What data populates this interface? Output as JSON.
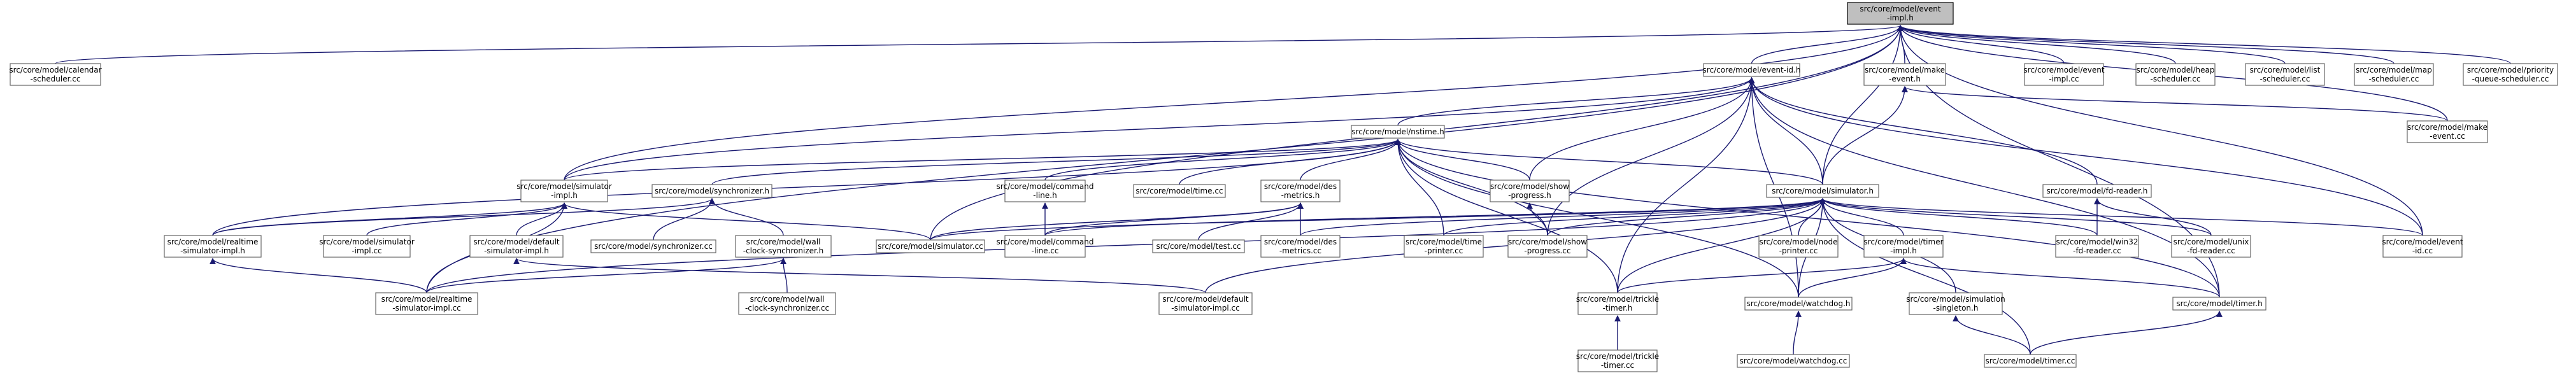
{
  "title": "src/core/model/event-impl.h include dependency graph",
  "edge_color": "#191970",
  "root_fill": "#bfbfbf",
  "nodes": [
    {
      "id": "root",
      "label": [
        "src/core/model/event",
        "-impl.h"
      ],
      "root": true
    },
    {
      "id": "calendar",
      "label": [
        "src/core/model/calendar",
        "-scheduler.cc"
      ]
    },
    {
      "id": "eventid_h",
      "label": [
        "src/core/model/event-id.h"
      ]
    },
    {
      "id": "make_event_h",
      "label": [
        "src/core/model/make",
        "-event.h"
      ]
    },
    {
      "id": "event_impl_cc",
      "label": [
        "src/core/model/event",
        "-impl.cc"
      ]
    },
    {
      "id": "heap",
      "label": [
        "src/core/model/heap",
        "-scheduler.cc"
      ]
    },
    {
      "id": "list",
      "label": [
        "src/core/model/list",
        "-scheduler.cc"
      ]
    },
    {
      "id": "map",
      "label": [
        "src/core/model/map",
        "-scheduler.cc"
      ]
    },
    {
      "id": "priority",
      "label": [
        "src/core/model/priority",
        "-queue-scheduler.cc"
      ]
    },
    {
      "id": "nstime",
      "label": [
        "src/core/model/nstime.h"
      ]
    },
    {
      "id": "make_event_cc",
      "label": [
        "src/core/model/make",
        "-event.cc"
      ]
    },
    {
      "id": "sim_impl_h",
      "label": [
        "src/core/model/simulator",
        "-impl.h"
      ]
    },
    {
      "id": "synchronizer_h",
      "label": [
        "src/core/model/synchronizer.h"
      ]
    },
    {
      "id": "cmdline_h",
      "label": [
        "src/core/model/command",
        "-line.h"
      ]
    },
    {
      "id": "time_cc",
      "label": [
        "src/core/model/time.cc"
      ]
    },
    {
      "id": "des_metrics_h",
      "label": [
        "src/core/model/des",
        "-metrics.h"
      ]
    },
    {
      "id": "show_progress_h",
      "label": [
        "src/core/model/show",
        "-progress.h"
      ]
    },
    {
      "id": "simulator_h",
      "label": [
        "src/core/model/simulator.h"
      ]
    },
    {
      "id": "fd_reader_h",
      "label": [
        "src/core/model/fd-reader.h"
      ]
    },
    {
      "id": "rt_impl_h",
      "label": [
        "src/core/model/realtime",
        "-simulator-impl.h"
      ]
    },
    {
      "id": "sim_impl_cc",
      "label": [
        "src/core/model/simulator",
        "-impl.cc"
      ]
    },
    {
      "id": "default_impl_h",
      "label": [
        "src/core/model/default",
        "-simulator-impl.h"
      ]
    },
    {
      "id": "synchronizer_cc",
      "label": [
        "src/core/model/synchronizer.cc"
      ]
    },
    {
      "id": "wall_clock_h",
      "label": [
        "src/core/model/wall",
        "-clock-synchronizer.h"
      ]
    },
    {
      "id": "simulator_cc",
      "label": [
        "src/core/model/simulator.cc"
      ]
    },
    {
      "id": "cmdline_cc",
      "label": [
        "src/core/model/command",
        "-line.cc"
      ]
    },
    {
      "id": "test_cc",
      "label": [
        "src/core/model/test.cc"
      ]
    },
    {
      "id": "des_metrics_cc",
      "label": [
        "src/core/model/des",
        "-metrics.cc"
      ]
    },
    {
      "id": "time_printer_cc",
      "label": [
        "src/core/model/time",
        "-printer.cc"
      ]
    },
    {
      "id": "show_progress_cc",
      "label": [
        "src/core/model/show",
        "-progress.cc"
      ]
    },
    {
      "id": "node_printer_cc",
      "label": [
        "src/core/model/node",
        "-printer.cc"
      ]
    },
    {
      "id": "timer_impl_h",
      "label": [
        "src/core/model/timer",
        "-impl.h"
      ]
    },
    {
      "id": "win32_cc",
      "label": [
        "src/core/model/win32",
        "-fd-reader.cc"
      ]
    },
    {
      "id": "unix_cc",
      "label": [
        "src/core/model/unix",
        "-fd-reader.cc"
      ]
    },
    {
      "id": "event_id_cc",
      "label": [
        "src/core/model/event",
        "-id.cc"
      ]
    },
    {
      "id": "rt_impl_cc",
      "label": [
        "src/core/model/realtime",
        "-simulator-impl.cc"
      ]
    },
    {
      "id": "wall_clock_cc",
      "label": [
        "src/core/model/wall",
        "-clock-synchronizer.cc"
      ]
    },
    {
      "id": "default_impl_cc",
      "label": [
        "src/core/model/default",
        "-simulator-impl.cc"
      ]
    },
    {
      "id": "trickle_h",
      "label": [
        "src/core/model/trickle",
        "-timer.h"
      ]
    },
    {
      "id": "watchdog_h",
      "label": [
        "src/core/model/watchdog.h"
      ]
    },
    {
      "id": "singleton_h",
      "label": [
        "src/core/model/simulation",
        "-singleton.h"
      ]
    },
    {
      "id": "timer_h",
      "label": [
        "src/core/model/timer.h"
      ]
    },
    {
      "id": "trickle_cc",
      "label": [
        "src/core/model/trickle",
        "-timer.cc"
      ]
    },
    {
      "id": "watchdog_cc",
      "label": [
        "src/core/model/watchdog.cc"
      ]
    },
    {
      "id": "timer_cc",
      "label": [
        "src/core/model/timer.cc"
      ]
    }
  ],
  "edges": [
    [
      "calendar",
      "root"
    ],
    [
      "eventid_h",
      "root"
    ],
    [
      "make_event_h",
      "root"
    ],
    [
      "event_impl_cc",
      "root"
    ],
    [
      "heap",
      "root"
    ],
    [
      "list",
      "root"
    ],
    [
      "map",
      "root"
    ],
    [
      "priority",
      "root"
    ],
    [
      "sim_impl_h",
      "root"
    ],
    [
      "simulator_h",
      "root"
    ],
    [
      "rt_impl_cc",
      "root"
    ],
    [
      "simulator_cc",
      "root"
    ],
    [
      "event_id_cc",
      "root"
    ],
    [
      "timer_h",
      "root"
    ],
    [
      "make_event_cc",
      "root"
    ],
    [
      "nstime",
      "eventid_h"
    ],
    [
      "sim_impl_h",
      "eventid_h"
    ],
    [
      "simulator_h",
      "eventid_h"
    ],
    [
      "fd_reader_h",
      "eventid_h"
    ],
    [
      "show_progress_h",
      "eventid_h"
    ],
    [
      "show_progress_cc",
      "eventid_h"
    ],
    [
      "trickle_h",
      "eventid_h"
    ],
    [
      "watchdog_h",
      "eventid_h"
    ],
    [
      "timer_h",
      "eventid_h"
    ],
    [
      "event_id_cc",
      "eventid_h"
    ],
    [
      "simulator_h",
      "make_event_h"
    ],
    [
      "make_event_cc",
      "make_event_h"
    ],
    [
      "sim_impl_h",
      "nstime"
    ],
    [
      "synchronizer_h",
      "nstime"
    ],
    [
      "cmdline_h",
      "nstime"
    ],
    [
      "time_cc",
      "nstime"
    ],
    [
      "des_metrics_h",
      "nstime"
    ],
    [
      "show_progress_h",
      "nstime"
    ],
    [
      "simulator_h",
      "nstime"
    ],
    [
      "rt_impl_h",
      "nstime"
    ],
    [
      "time_printer_cc",
      "nstime"
    ],
    [
      "show_progress_cc",
      "nstime"
    ],
    [
      "trickle_h",
      "nstime"
    ],
    [
      "watchdog_h",
      "nstime"
    ],
    [
      "timer_h",
      "nstime"
    ],
    [
      "rt_impl_h",
      "sim_impl_h"
    ],
    [
      "sim_impl_cc",
      "sim_impl_h"
    ],
    [
      "default_impl_h",
      "sim_impl_h"
    ],
    [
      "simulator_cc",
      "sim_impl_h"
    ],
    [
      "rt_impl_cc",
      "sim_impl_h"
    ],
    [
      "rt_impl_h",
      "synchronizer_h"
    ],
    [
      "synchronizer_cc",
      "synchronizer_h"
    ],
    [
      "wall_clock_h",
      "synchronizer_h"
    ],
    [
      "cmdline_cc",
      "cmdline_h"
    ],
    [
      "simulator_cc",
      "des_metrics_h"
    ],
    [
      "cmdline_cc",
      "des_metrics_h"
    ],
    [
      "test_cc",
      "des_metrics_h"
    ],
    [
      "des_metrics_cc",
      "des_metrics_h"
    ],
    [
      "show_progress_cc",
      "show_progress_h"
    ],
    [
      "simulator_cc",
      "simulator_h"
    ],
    [
      "cmdline_cc",
      "simulator_h"
    ],
    [
      "des_metrics_cc",
      "simulator_h"
    ],
    [
      "time_printer_cc",
      "simulator_h"
    ],
    [
      "show_progress_cc",
      "simulator_h"
    ],
    [
      "node_printer_cc",
      "simulator_h"
    ],
    [
      "timer_impl_h",
      "simulator_h"
    ],
    [
      "win32_cc",
      "simulator_h"
    ],
    [
      "unix_cc",
      "simulator_h"
    ],
    [
      "event_id_cc",
      "simulator_h"
    ],
    [
      "rt_impl_cc",
      "simulator_h"
    ],
    [
      "default_impl_cc",
      "simulator_h"
    ],
    [
      "trickle_h",
      "simulator_h"
    ],
    [
      "watchdog_h",
      "simulator_h"
    ],
    [
      "singleton_h",
      "simulator_h"
    ],
    [
      "timer_cc",
      "simulator_h"
    ],
    [
      "win32_cc",
      "fd_reader_h"
    ],
    [
      "unix_cc",
      "fd_reader_h"
    ],
    [
      "rt_impl_cc",
      "rt_impl_h"
    ],
    [
      "default_impl_cc",
      "default_impl_h"
    ],
    [
      "rt_impl_cc",
      "wall_clock_h"
    ],
    [
      "wall_clock_cc",
      "wall_clock_h"
    ],
    [
      "trickle_h",
      "timer_impl_h"
    ],
    [
      "watchdog_h",
      "timer_impl_h"
    ],
    [
      "timer_h",
      "timer_impl_h"
    ],
    [
      "trickle_cc",
      "trickle_h"
    ],
    [
      "watchdog_cc",
      "watchdog_h"
    ],
    [
      "timer_cc",
      "singleton_h"
    ],
    [
      "timer_cc",
      "timer_h"
    ]
  ]
}
